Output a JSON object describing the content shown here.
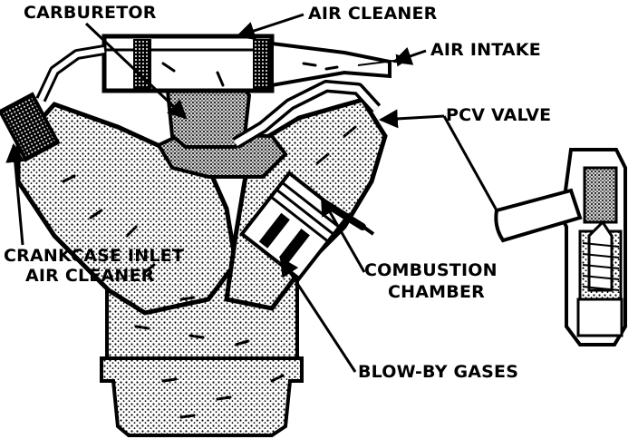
{
  "labels": {
    "carburetor": "CARBURETOR",
    "air_cleaner": "AIR CLEANER",
    "air_intake": "AIR INTAKE",
    "pcv_valve": "PCV VALVE",
    "crankcase_line1": "CRANKCASE INLET",
    "crankcase_line2": "AIR CLEANER",
    "combustion_line1": "COMBUSTION",
    "combustion_line2": "CHAMBER",
    "blowby": "BLOW-BY GASES"
  },
  "colors": {
    "ink": "#000000",
    "paper": "#ffffff",
    "stipple": "#8a8a8a"
  }
}
